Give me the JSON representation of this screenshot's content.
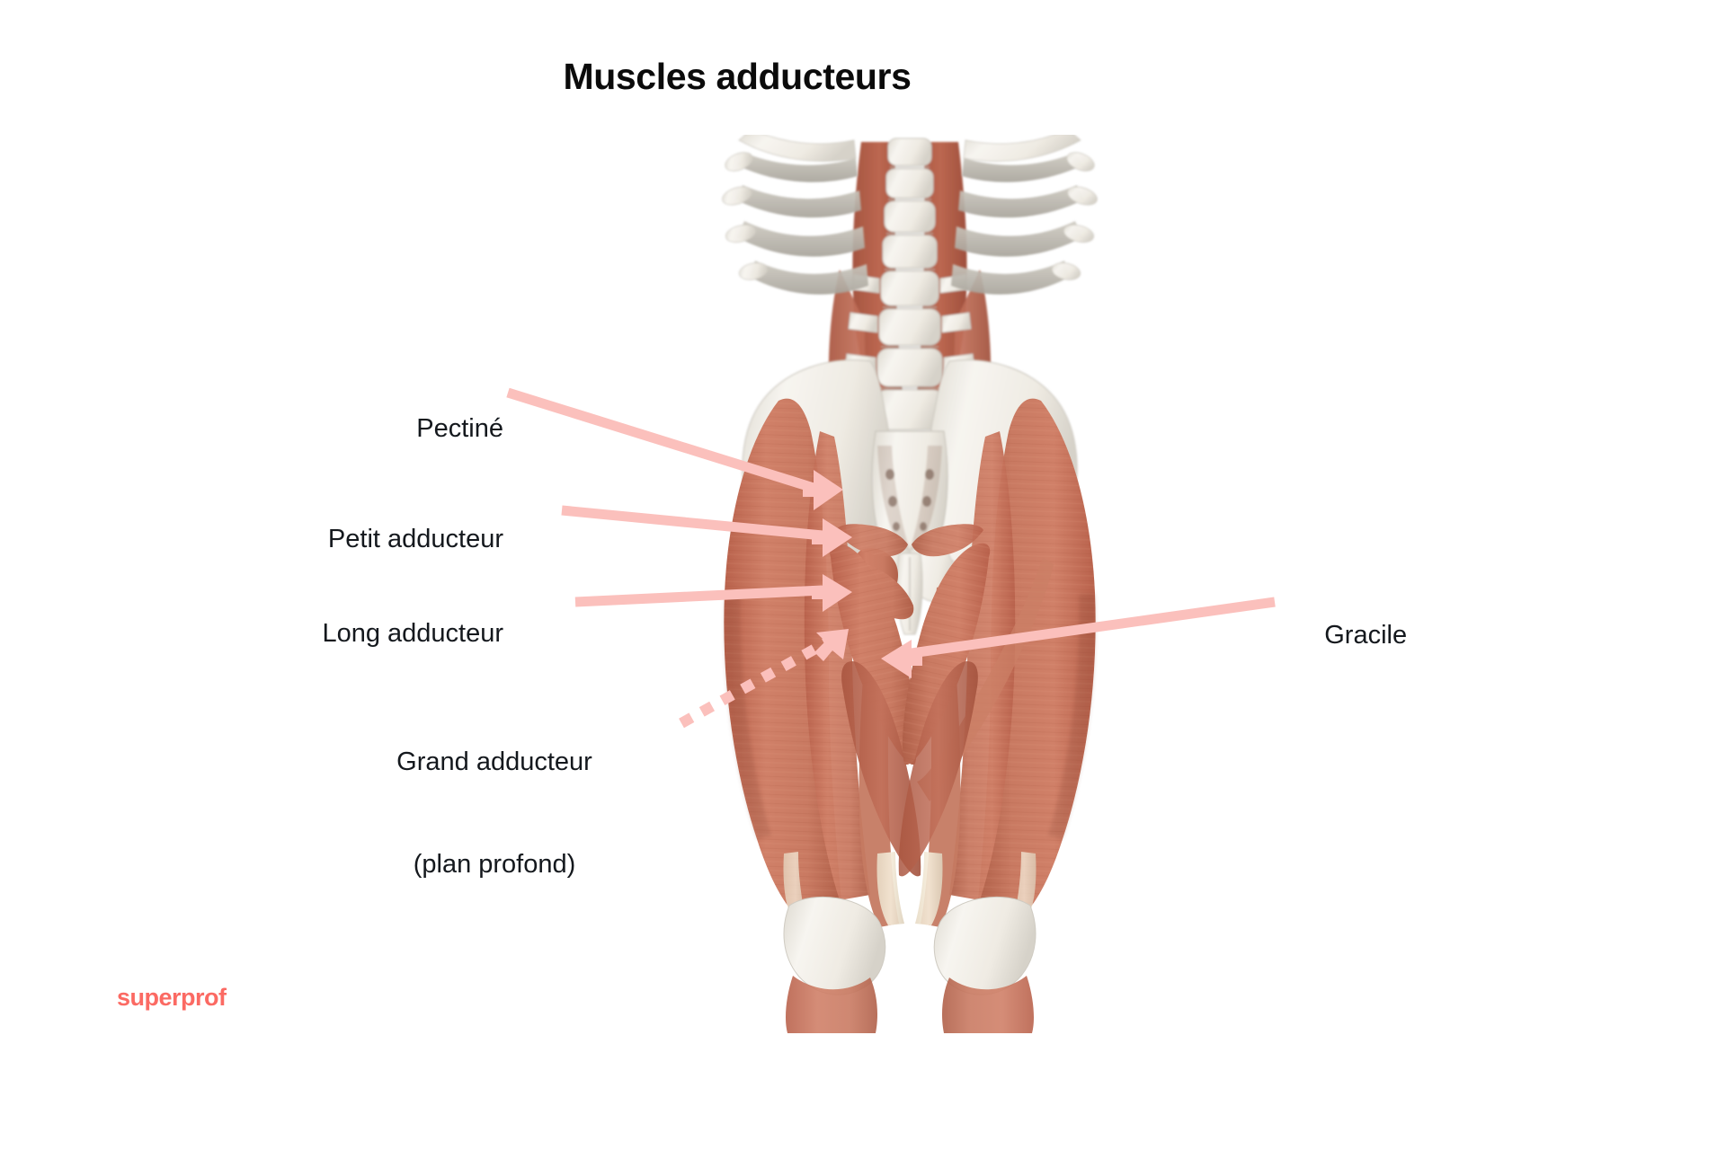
{
  "page": {
    "title": "Muscles adducteurs",
    "background_color": "#ffffff",
    "text_color": "#14181d",
    "leader_color": "#fbc0bc",
    "brand_color": "#fb6a63"
  },
  "brand": {
    "name": "superprof"
  },
  "labels": {
    "pectine": "Pectiné",
    "petit_adducteur": "Petit adducteur",
    "long_adducteur": "Long adducteur",
    "grand_adducteur_line1": "Grand adducteur",
    "grand_adducteur_line2": "(plan profond)",
    "gracile": "Gracile"
  },
  "diagram": {
    "subject": "posterior view of pelvis and thighs showing adductor muscle group",
    "view": "posterior",
    "muscle_color": "#c9705a",
    "bone_color": "#f2efe9",
    "tendon_color": "#efe2cf",
    "callouts": [
      {
        "name": "pectine",
        "label": "Pectiné",
        "arrow_style": "solid",
        "direction": "right"
      },
      {
        "name": "petit-adducteur",
        "label": "Petit adducteur",
        "arrow_style": "solid",
        "direction": "right"
      },
      {
        "name": "long-adducteur",
        "label": "Long adducteur",
        "arrow_style": "solid",
        "direction": "right"
      },
      {
        "name": "grand-adducteur",
        "label": "Grand adducteur (plan profond)",
        "arrow_style": "dashed",
        "direction": "up-right"
      },
      {
        "name": "gracile",
        "label": "Gracile",
        "arrow_style": "solid",
        "direction": "left"
      }
    ]
  }
}
